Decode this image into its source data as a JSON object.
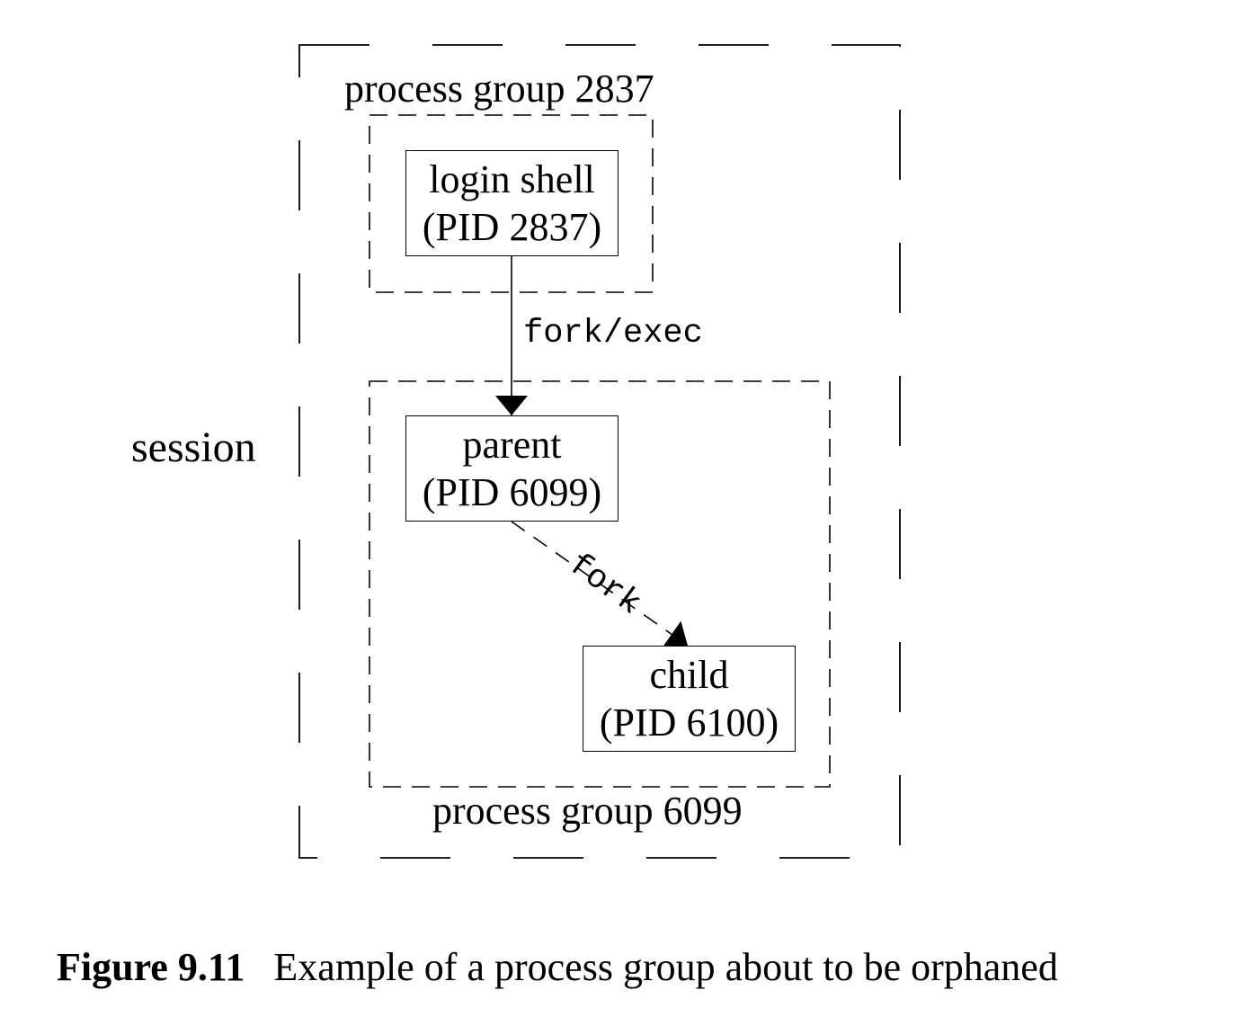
{
  "diagram": {
    "session_label": "session",
    "groups": [
      {
        "label": "process group 2837"
      },
      {
        "label": "process group 6099"
      }
    ],
    "processes": [
      {
        "name": "login shell",
        "pid": "(PID 2837)"
      },
      {
        "name": "parent",
        "pid": "(PID 6099)"
      },
      {
        "name": "child",
        "pid": "(PID 6100)"
      }
    ],
    "edges": [
      {
        "from": "login shell",
        "to": "parent",
        "label": "fork/exec",
        "style": "solid"
      },
      {
        "from": "parent",
        "to": "child",
        "label": "fork",
        "style": "dashed"
      }
    ]
  },
  "caption": {
    "number": "Figure 9.11",
    "text": "Example of a process group about to be orphaned"
  }
}
